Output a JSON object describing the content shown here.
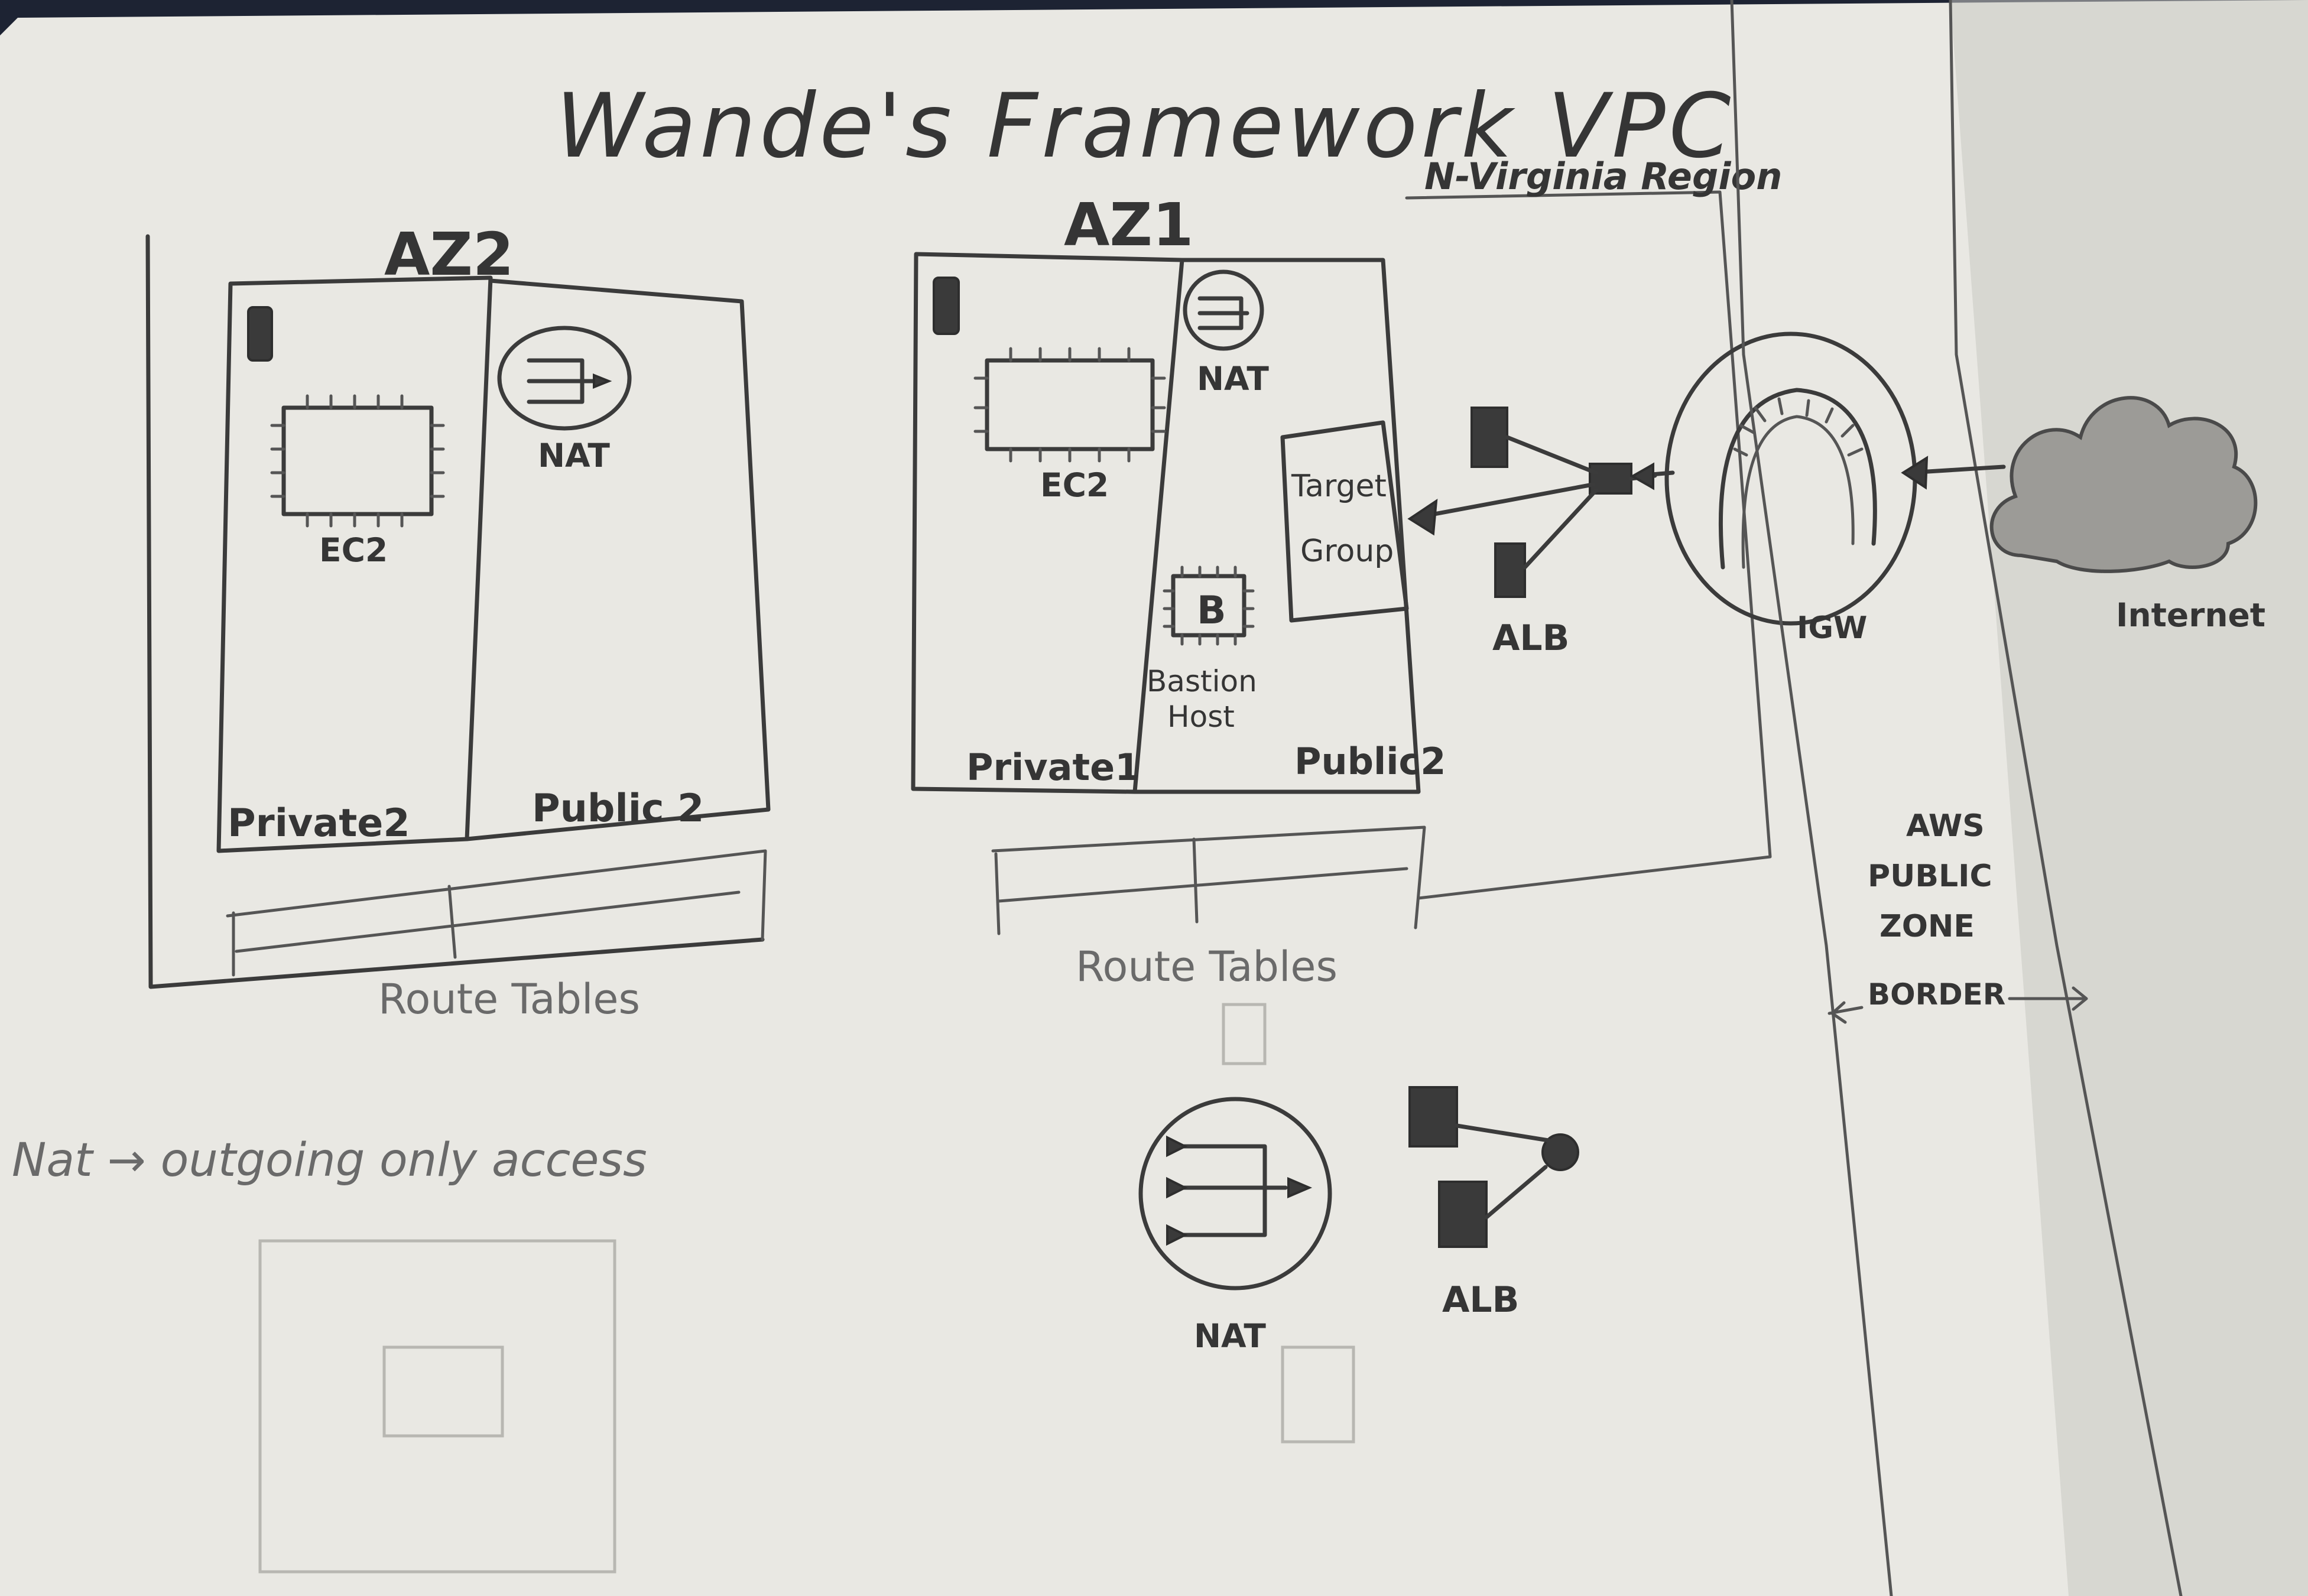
{
  "diagram": {
    "title": "Wande's Framework VPC",
    "region_label": "N-Virginia Region",
    "az2": {
      "label": "AZ2",
      "private_subnet": "Private2",
      "public_subnet": "Public 2",
      "ec2_label": "EC2",
      "nat_label": "NAT",
      "route_tables_label": "Route Tables"
    },
    "az1": {
      "label": "AZ1",
      "private_subnet": "Private1",
      "public_subnet": "Public2",
      "ec2_label": "EC2",
      "nat_label": "NAT",
      "bastion_label_line1": "Bastion",
      "bastion_label_line2": "Host",
      "bastion_chip_letter": "B",
      "target_group_line1": "Target",
      "target_group_line2": "Group",
      "route_tables_label": "Route Tables"
    },
    "alb_label": "ALB",
    "igw_label": "IGW",
    "internet_label": "Internet",
    "public_zone_line1": "AWS",
    "public_zone_line2": "PUBLIC",
    "public_zone_line3": "ZONE",
    "border_label": "BORDER",
    "nat_note": "Nat → outgoing only access",
    "legend": {
      "nat_label": "NAT",
      "alb_label": "ALB"
    }
  },
  "colors": {
    "paper": "#e9e8e3",
    "pencil": "#3b3b3b",
    "background": "#1d2333"
  }
}
